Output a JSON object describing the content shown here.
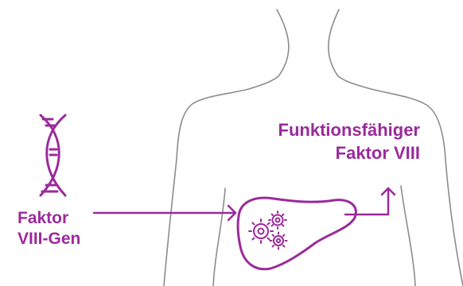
{
  "colors": {
    "accent": "#9b2a9b",
    "outline": "#8c8c8c",
    "background": "#ffffff"
  },
  "icons": [
    "dna-icon",
    "liver-icon",
    "gears-icon"
  ],
  "gene_label": {
    "line1": "Faktor",
    "line2": "VIII-Gen"
  },
  "product_label": {
    "line1": "Funktionsfähiger",
    "line2": "Faktor VIII"
  }
}
